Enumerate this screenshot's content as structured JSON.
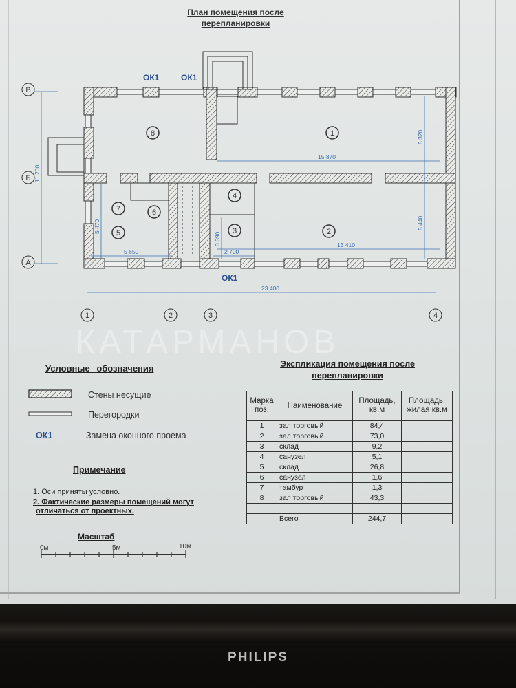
{
  "document": {
    "title_line1": "План помещения после",
    "title_line2": "перепланировки",
    "watermark": "КАТАРМАНОВ",
    "monitor_brand": "PHILIPS"
  },
  "plan": {
    "window_labels": [
      "ОК1",
      "ОК1",
      "ОК1"
    ],
    "axes_letters": [
      "В",
      "Б",
      "А"
    ],
    "axes_numbers": [
      "1",
      "2",
      "3",
      "4"
    ],
    "rooms": [
      "1",
      "2",
      "3",
      "4",
      "5",
      "6",
      "7",
      "8"
    ],
    "dimensions": {
      "total_width": "23 400",
      "total_height": "11 200",
      "room1_width": "15 870",
      "room1_height": "5 320",
      "room2_width": "13 410",
      "room2_height": "5 440",
      "room5_width": "5 650",
      "room5_height": "5 470",
      "room3_width": "2 700",
      "room3_height": "3 390"
    }
  },
  "legend": {
    "title": "Условные обозначения",
    "items": [
      {
        "symbol": "hatched-wall",
        "label": "Стены несущие"
      },
      {
        "symbol": "partition",
        "label": "Перегородки"
      },
      {
        "symbol": "ОК1",
        "label": "Замена оконного проема"
      }
    ]
  },
  "notes": {
    "title": "Примечание",
    "items": [
      "1. Оси приняты условно.",
      "2. Фактические размеры помещений могут",
      "отличаться от проектных."
    ]
  },
  "scale": {
    "title": "Масштаб",
    "labels": [
      "0м",
      "5м",
      "10м"
    ]
  },
  "explication": {
    "title_line1": "Экспликация помещения  после",
    "title_line2": "перепланировки",
    "headers": [
      "Марка поз.",
      "Наименование",
      "Площадь, кв.м",
      "Площадь, жилая кв.м"
    ],
    "rows": [
      {
        "num": "1",
        "name": "зал торговый",
        "area": "84,4",
        "living": ""
      },
      {
        "num": "2",
        "name": "зал торговый",
        "area": "73,0",
        "living": ""
      },
      {
        "num": "3",
        "name": "склад",
        "area": "9,2",
        "living": ""
      },
      {
        "num": "4",
        "name": "санузел",
        "area": "5,1",
        "living": ""
      },
      {
        "num": "5",
        "name": "склад",
        "area": "26,8",
        "living": ""
      },
      {
        "num": "6",
        "name": "санузел",
        "area": "1,6",
        "living": ""
      },
      {
        "num": "7",
        "name": "тамбур",
        "area": "1,3",
        "living": ""
      },
      {
        "num": "8",
        "name": "зал торговый",
        "area": "43,3",
        "living": ""
      }
    ],
    "total_label": "Всего",
    "total_area": "244,7"
  }
}
